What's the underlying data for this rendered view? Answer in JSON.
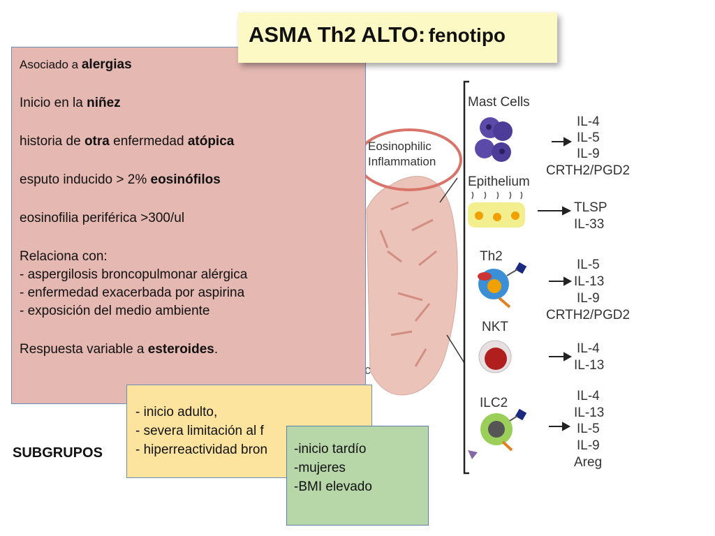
{
  "title": {
    "main": "ASMA Th2 ALTO:",
    "sub": "fenotipo"
  },
  "pink_box": {
    "line1": {
      "pre": "Asociado a ",
      "bold": "alergias"
    },
    "line2": {
      "pre": "Inicio en la ",
      "bold": "niñez"
    },
    "line3": {
      "pre": "historia de ",
      "bold1": "otra",
      "mid": " enfermedad ",
      "bold2": "atópica"
    },
    "line4": {
      "pre": "esputo inducido > 2% ",
      "bold": "eosinófilos"
    },
    "line5": "eosinofilia periférica >300/ul",
    "relation_header": "Relaciona con:",
    "relations": [
      "- aspergilosis broncopulmonar alérgica",
      "- enfermedad exacerbada por aspirina",
      "- exposición del medio ambiente"
    ],
    "line_last": {
      "pre": "Respuesta variable a ",
      "bold": "esteroides",
      "post": "."
    }
  },
  "yellow_box": {
    "lines": [
      "- inicio adulto,",
      "- severa limitación al f",
      "- hiperreactividad bron"
    ]
  },
  "green_box": {
    "lines": [
      "-inicio tardío",
      "-mujeres",
      "-BMI elevado"
    ]
  },
  "subgroups_label": "SUBGRUPOS",
  "diagram": {
    "eosinophilic": [
      "Eosinophilic",
      "Inflammation"
    ],
    "partial_letter": "c",
    "cells": [
      {
        "name": "Mast Cells",
        "markers": [
          "IL-4",
          "IL-5",
          "IL-9",
          "CRTH2/PGD2"
        ]
      },
      {
        "name": "Epithelium",
        "markers": [
          "TLSP",
          "IL-33"
        ]
      },
      {
        "name": "Th2",
        "markers": [
          "IL-5",
          "IL-13",
          "IL-9",
          "CRTH2/PGD2"
        ]
      },
      {
        "name": "NKT",
        "markers": [
          "IL-4",
          "IL-13"
        ]
      },
      {
        "name": "ILC2",
        "markers": [
          "IL-4",
          "IL-13",
          "IL-5",
          "IL-9",
          "Areg"
        ]
      }
    ],
    "colors": {
      "circle": "#d9746a",
      "mast": "#5b4aa8",
      "epithelium": "#f3ef8f",
      "nucleus": "#f0a000",
      "nkt": "#b01e1e",
      "blue_cell": "#3b8fd6"
    }
  }
}
